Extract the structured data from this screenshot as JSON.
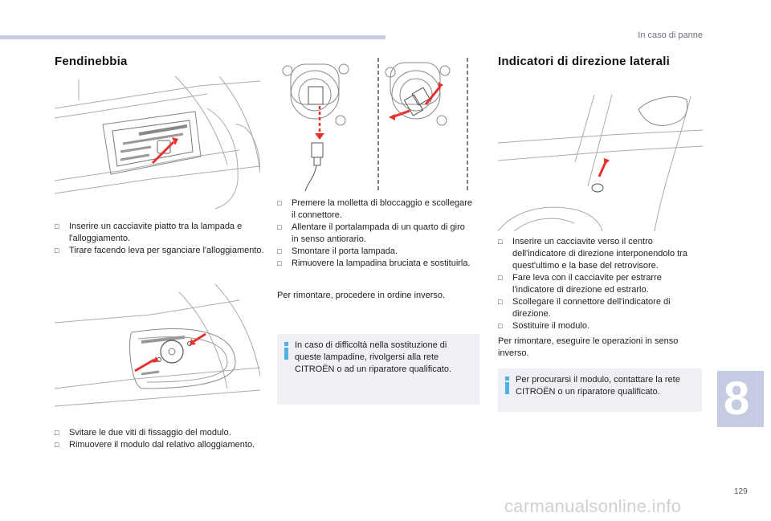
{
  "header": {
    "section": "In caso di panne",
    "page_number": "129",
    "chapter_number": "8"
  },
  "left": {
    "title": "Fendinebbia",
    "steps_1": [
      "Inserire un cacciavite piatto tra la lampada e l'alloggiamento.",
      "Tirare facendo leva per sganciare l'alloggiamento."
    ],
    "steps_2": [
      "Svitare le due viti di fissaggio del modulo.",
      "Rimuovere il modulo dal relativo alloggiamento."
    ]
  },
  "middle": {
    "steps": [
      "Premere la molletta di bloccaggio e scollegare il connettore.",
      "Allentare il portalampada di un quarto di giro in senso antiorario.",
      "Smontare il porta lampada.",
      "Rimuovere la lampadina bruciata e sostituirla."
    ],
    "reassembly": "Per rimontare, procedere in ordine inverso.",
    "info": "In caso di difficoltà nella sostituzione di queste lampadine, rivolgersi alla rete CITROËN o ad un riparatore qualificato."
  },
  "right": {
    "title": "Indicatori di direzione laterali",
    "steps": [
      "Inserire un cacciavite verso il centro dell'indicatore di direzione interponendolo tra quest'ultimo e la base del retrovisore.",
      "Fare leva con il cacciavite per estrarre l'indicatore di direzione ed estrarlo.",
      "Scollegare il connettore dell'indicatore di direzione.",
      "Sostituire il modulo."
    ],
    "reassembly": "Per rimontare, eseguire le operazioni in senso inverso.",
    "info": "Per procurarsi il modulo, contattare la rete CITROËN o un riparatore qualificato."
  },
  "footer": {
    "watermark": "carmanualsonline.info"
  },
  "colors": {
    "accent_bar": "#c5cbe3",
    "arrow_red": "#e8302c",
    "info_icon": "#4fb2e3",
    "info_bg": "#eef0f5"
  },
  "icons": {
    "bullet": "checkbox-bullet-icon",
    "info": "info-icon"
  }
}
